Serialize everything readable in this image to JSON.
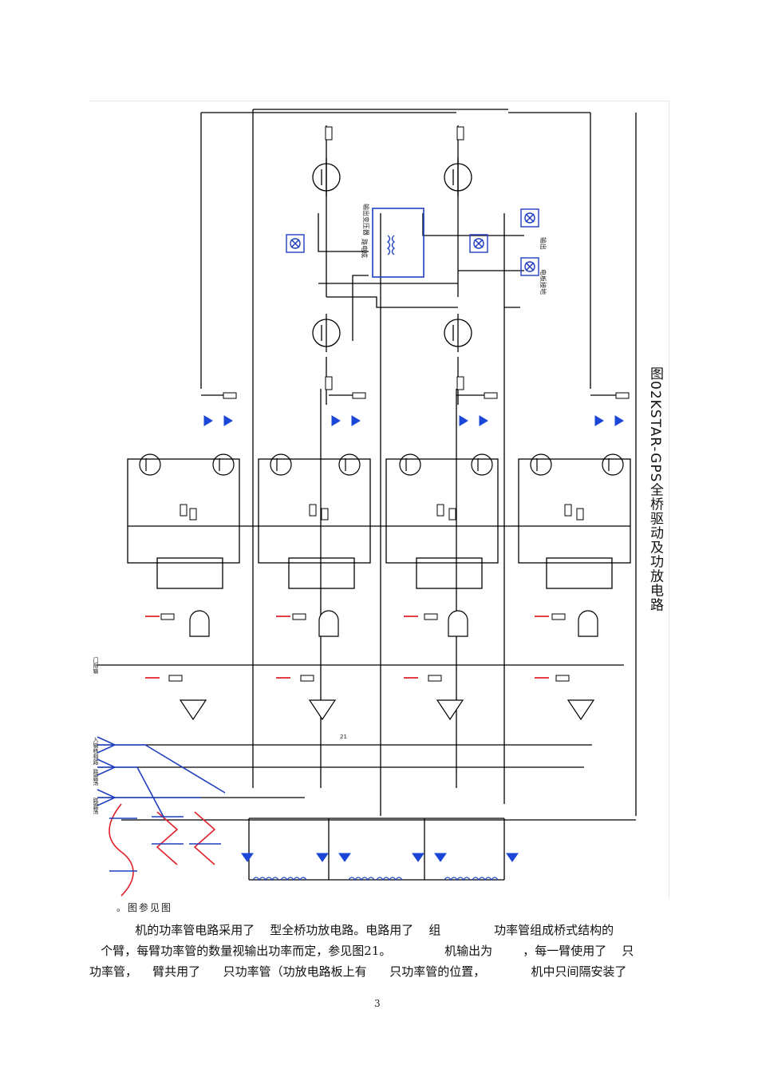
{
  "figure": {
    "title_vertical": "图02KSTAR-GPS全桥驱动及功放电路",
    "labels": {
      "reference_in": "门限输",
      "drive_in": "入输移相路",
      "osc_in_a": "路震荡",
      "osc_in_b": "路震荡",
      "output_transformer": "输出变压器",
      "output": "输出",
      "top_left_net": "路电成",
      "right_net": "输出",
      "gate_box_a": "电板接地",
      "pin_21": "21"
    }
  },
  "text": {
    "caption": "。图参见图",
    "line1": "            机的功率管电路采用了    型全桥功放电路。电路用了    组              功率管组成桥式结构的",
    "line2": "   个臂，每臂功率管的数量视输出功率而定，参见图21。              机输出为        ，每一臂使用了    只",
    "line3": "功率管，    臂共用了      只功率管（功放电路板上有      只功率管的位置，            机中只间隔安装了"
  },
  "page_number": "3",
  "colors": {
    "wire": "#000000",
    "component_blue": "#1f3fbf",
    "signal_red": "#e0202a",
    "diode_blue": "#1b46d8",
    "frame_gray": "#e6e6e6"
  }
}
